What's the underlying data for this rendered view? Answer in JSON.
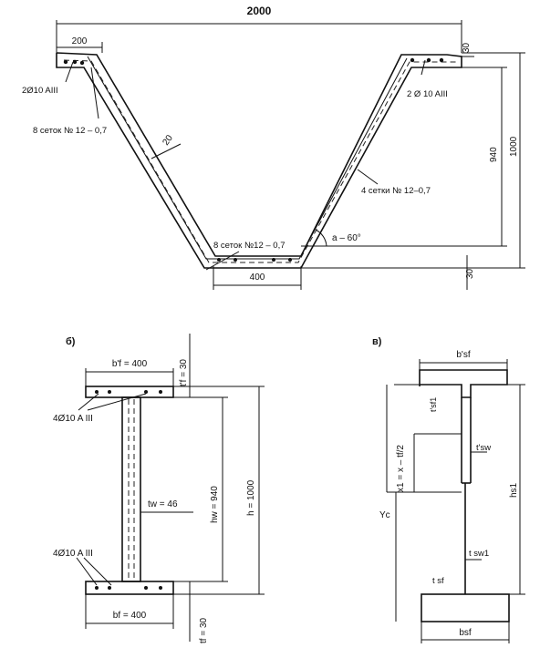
{
  "panel_a": {
    "dims": {
      "top_width": "2000",
      "flange_width": "200",
      "top_thickness": "30",
      "thickness_20": "20",
      "height_940": "940",
      "height_1000": "1000",
      "bottom_width": "400",
      "bottom_thickness": "30"
    },
    "labels": {
      "rebar_left": "2Ø10 AIII",
      "rebar_right": "2 Ø 10 AIII",
      "mesh_left": "8 сеток  № 12 – 0,7",
      "mesh_right": "4 сетки   № 12–0,7",
      "mesh_bottom": "8 сеток №12 – 0,7",
      "angle": "a – 60°"
    }
  },
  "panel_b": {
    "tag": "б)",
    "dims": {
      "bf_top": "b'f = 400",
      "tf_top": "t'f = 30",
      "tw": "tw = 46",
      "hw": "hw = 940",
      "h": "h = 1000",
      "bf_bottom": "bf = 400",
      "tf_bottom": "tf = 30"
    },
    "labels": {
      "rebar_top": "4Ø10  A III",
      "rebar_bottom": "4Ø10 A III"
    }
  },
  "panel_c": {
    "tag": "в)",
    "dims": {
      "b_top": "b'sf",
      "t_sf1": "t'sf1",
      "x1": "x1 = x – tf/2",
      "t_sw": "t'sw",
      "h_s1": "hs1",
      "y_c": "Yc",
      "t_sw1": "t sw1",
      "t_sf": "t sf",
      "b_bottom": "bsf"
    }
  }
}
